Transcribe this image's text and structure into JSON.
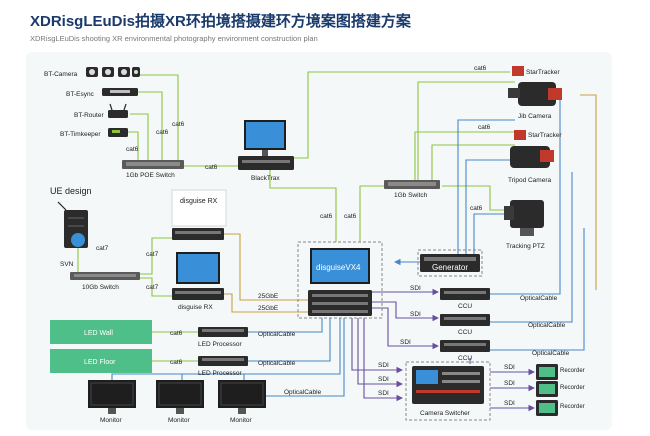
{
  "title": "XDRisgLEuDis拍摄XR环拍境搭摄建环方境案图搭建方案",
  "subtitle": "XDRisgLEuDis shooting XR environmental photography environment construction plan",
  "colors": {
    "background_panel": "#f4f8f8",
    "cat6_line": "#8cc63f",
    "optical_line": "#4a86c8",
    "sdi_line": "#6a4fa0",
    "gbe_line": "#c8a040",
    "led_panel": "#4fbf8a",
    "monitor_screen": "#3a8fd9",
    "gear_dark": "#2b2b2b"
  },
  "devices": {
    "bt_camera": "BT-Camera",
    "bt_esync": "BT-Esync",
    "bt_router": "BT-Router",
    "bt_timekeeper": "BT-Timkeeper",
    "poe_switch": "1Gb POE Switch",
    "blacktrax": "BlackTrax",
    "ue_design": "UE design",
    "svn": "SVN",
    "switch_10gb": "10Gb Switch",
    "disguise_rx_1": "disguise RX",
    "disguise_rx_2": "disguise RX",
    "disguise_vx4": "disguiseVX4",
    "switch_1gb": "1Gb Switch",
    "startracker_1": "StarTracker",
    "jib_camera": "Jib Camera",
    "startracker_2": "StarTracker",
    "tripod_camera": "Tripod Camera",
    "tracking_ptz": "Tracking PTZ",
    "generator": "Generator",
    "ccu_1": "CCU",
    "ccu_2": "CCU",
    "ccu_3": "CCU",
    "led_wall": "LED Wall",
    "led_floor": "LED Floor",
    "led_processor_1": "LED Processor",
    "led_processor_2": "LED Processor",
    "monitor_1": "Monitor",
    "monitor_2": "Monitor",
    "monitor_3": "Monitor",
    "camera_switcher": "Camera Switcher",
    "recorder_1": "Recorder",
    "recorder_2": "Recorder",
    "recorder_3": "Recorder"
  },
  "link_labels": {
    "cat6_poe_1": "cat6",
    "cat6_poe_2": "cat6",
    "cat6_poe_3": "cat6",
    "cat6_poe_blacktrax": "cat6",
    "cat6_top": "cat6",
    "cat6_switch_jib": "cat6",
    "cat6_ptz": "cat6",
    "cat6_vx4_a": "cat6",
    "cat6_vx4_b": "cat6",
    "cat7_svn": "cat7",
    "cat7_rx1": "cat7",
    "cat7_rx2": "cat7",
    "gbe_1": "25GbE",
    "gbe_2": "25GbE",
    "cat6_ledwall": "cat6",
    "cat6_ledfloor": "cat6",
    "optical_ledwall": "OpticalCable",
    "optical_ledfloor": "OpticalCable",
    "optical_monitor": "OpticalCable",
    "optical_ccu1": "OpticalCable",
    "optical_ccu2": "OpticalCable",
    "optical_ccu3": "OpticalCable",
    "sdi_1": "SDI",
    "sdi_2": "SDI",
    "sdi_3": "SDI",
    "sdi_4": "SDI",
    "sdi_5": "SDI",
    "sdi_6": "SDI",
    "sdi_7": "SDI",
    "sdi_8": "SDI",
    "sdi_9": "SDI"
  }
}
